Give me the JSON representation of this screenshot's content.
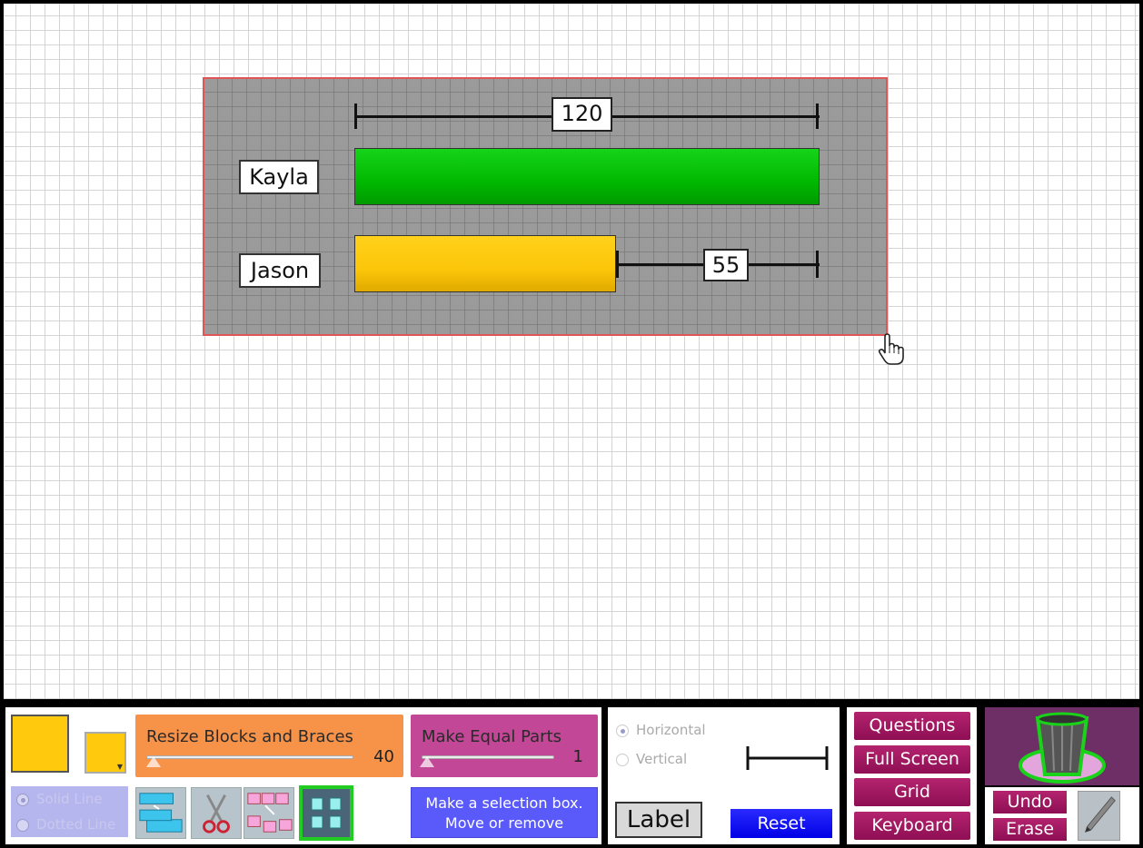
{
  "workspace": {
    "bars": [
      {
        "name": "Kayla",
        "color": "#00c000"
      },
      {
        "name": "Jason",
        "color": "#ffc90e"
      }
    ],
    "braces": [
      {
        "value": "120"
      },
      {
        "value": "55"
      }
    ]
  },
  "toolbar": {
    "fill_color": "#ffc90e",
    "resize": {
      "title": "Resize Blocks and Braces",
      "value": "40"
    },
    "equal_parts": {
      "title": "Make Equal Parts",
      "value": "1"
    },
    "line_styles": {
      "solid": "Solid Line",
      "dotted": "Dotted Line"
    },
    "selection_hint": {
      "line1": "Make a selection box.",
      "line2": "Move or remove"
    },
    "orientation": {
      "horizontal": "Horizontal",
      "vertical": "Vertical"
    },
    "label_button": "Label",
    "reset_button": "Reset",
    "nav": {
      "questions": "Questions",
      "full_screen": "Full Screen",
      "grid": "Grid",
      "keyboard": "Keyboard"
    },
    "undo": "Undo",
    "erase": "Erase"
  },
  "icons": [
    "trash-icon",
    "pencil-icon",
    "scissors-icon",
    "hand-cursor-icon"
  ]
}
